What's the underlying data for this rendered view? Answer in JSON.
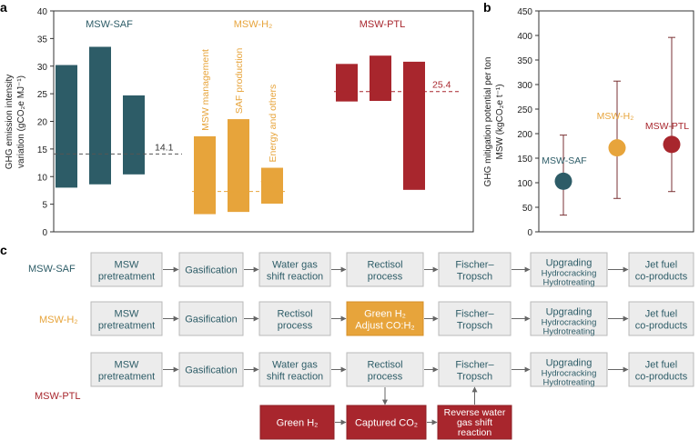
{
  "panels": {
    "a": "a",
    "b": "b",
    "c": "c"
  },
  "colors": {
    "saf": "#2d5c67",
    "h2": "#e7a43b",
    "ptl": "#a8262d",
    "box_fill": "#ececec",
    "box_stroke": "#b9b9b9",
    "box_text": "#2d5c67"
  },
  "chart_data": [
    {
      "type": "bar",
      "panel": "a",
      "ylabel_line1": "GHG emission intensity",
      "ylabel_line2": "variation (gCO₂e MJ⁻¹)",
      "ylim": [
        0,
        40
      ],
      "yticks": [
        "0",
        "5",
        "10",
        "15",
        "20",
        "25",
        "30",
        "35",
        "40"
      ],
      "grid": false,
      "groups": [
        {
          "name": "MSW-SAF",
          "color": "#2d5c67",
          "total": 14.1,
          "total_label": "14.1",
          "bars": [
            {
              "label": "",
              "low": 8.0,
              "high": 30.2
            },
            {
              "label": "",
              "low": 8.6,
              "high": 33.5
            },
            {
              "label": "",
              "low": 10.4,
              "high": 24.7
            }
          ]
        },
        {
          "name": "MSW-H₂",
          "color": "#e7a43b",
          "total": 7.3,
          "total_label": "7.3",
          "bars": [
            {
              "label": "MSW management",
              "low": 3.2,
              "high": 17.3
            },
            {
              "label": "SAF production",
              "low": 3.6,
              "high": 20.4
            },
            {
              "label": "Energy and others",
              "low": 5.1,
              "high": 11.6
            }
          ]
        },
        {
          "name": "MSW-PTL",
          "color": "#a8262d",
          "total": 25.4,
          "total_label": "25.4",
          "bars": [
            {
              "label": "",
              "low": 23.6,
              "high": 30.4
            },
            {
              "label": "",
              "low": 23.7,
              "high": 31.9
            },
            {
              "label": "",
              "low": 7.6,
              "high": 30.8
            }
          ]
        }
      ]
    },
    {
      "type": "scatter",
      "panel": "b",
      "ylabel_line1": "GHG mitigation potential per ton",
      "ylabel_line2": "MSW (kgCO₂e t⁻¹)",
      "ylim": [
        0,
        450
      ],
      "yticks": [
        "0",
        "50",
        "100",
        "150",
        "200",
        "250",
        "300",
        "350",
        "400",
        "450"
      ],
      "grid": false,
      "points": [
        {
          "name": "MSW-SAF",
          "color": "#2d5c67",
          "value": 103,
          "low": 34,
          "high": 197
        },
        {
          "name": "MSW-H₂",
          "color": "#e7a43b",
          "value": 171,
          "low": 68,
          "high": 307
        },
        {
          "name": "MSW-PTL",
          "color": "#a8262d",
          "value": 178,
          "low": 82,
          "high": 396
        }
      ]
    }
  ],
  "flow": {
    "rows": [
      {
        "name": "MSW-SAF",
        "color": "#2d5c67",
        "steps": [
          {
            "line1": "MSW",
            "line2": "pretreatment"
          },
          {
            "line1": "Gasification"
          },
          {
            "line1": "Water gas",
            "line2": "shift reaction"
          },
          {
            "line1": "Rectisol",
            "line2": "process"
          },
          {
            "line1": "Fischer–",
            "line2": "Tropsch"
          },
          {
            "line1": "Upgrading",
            "line2": "Hydrocracking",
            "line3": "Hydrotreating"
          },
          {
            "line1": "Jet fuel",
            "line2": "co-products"
          }
        ]
      },
      {
        "name": "MSW-H₂",
        "color": "#e7a43b",
        "steps": [
          {
            "line1": "MSW",
            "line2": "pretreatment"
          },
          {
            "line1": "Gasification"
          },
          {
            "line1": "Rectisol",
            "line2": "process"
          },
          {
            "line1": "Green H₂",
            "line2": "Adjust CO:H₂",
            "highlight": true
          },
          {
            "line1": "Fischer–",
            "line2": "Tropsch"
          },
          {
            "line1": "Upgrading",
            "line2": "Hydrocracking",
            "line3": "Hydrotreating"
          },
          {
            "line1": "Jet fuel",
            "line2": "co-products"
          }
        ]
      },
      {
        "name": "MSW-PTL",
        "color": "#a8262d",
        "steps": [
          {
            "line1": "MSW",
            "line2": "pretreatment"
          },
          {
            "line1": "Gasification"
          },
          {
            "line1": "Water gas",
            "line2": "shift reaction"
          },
          {
            "line1": "Rectisol",
            "line2": "process"
          },
          {
            "line1": "Fischer–",
            "line2": "Tropsch"
          },
          {
            "line1": "Upgrading",
            "line2": "Hydrocracking",
            "line3": "Hydrotreating"
          },
          {
            "line1": "Jet fuel",
            "line2": "co-products"
          }
        ],
        "sub_steps": [
          {
            "line1": "Green H₂"
          },
          {
            "line1": "Captured CO₂"
          },
          {
            "line1": "Reverse water",
            "line2": "gas shift",
            "line3": "reaction"
          }
        ]
      }
    ]
  }
}
